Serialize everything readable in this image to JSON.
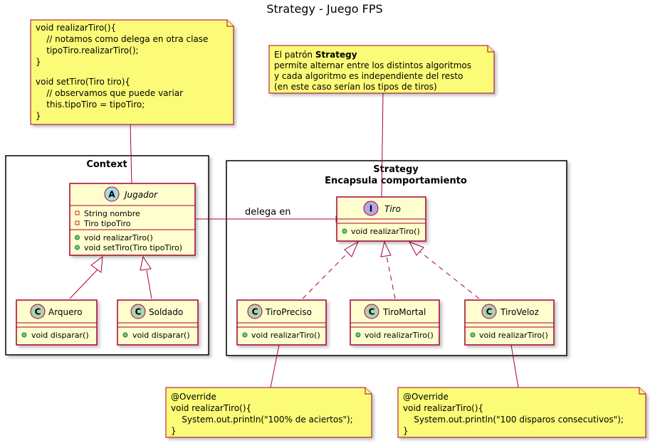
{
  "title": "Strategy - Juego FPS",
  "packages": {
    "context": {
      "label": "Context"
    },
    "strategy": {
      "label_line1": "Strategy",
      "label_line2": "Encapsula comportamiento"
    }
  },
  "classes": {
    "jugador": {
      "stereotype_letter": "A",
      "name": "Jugador",
      "fields": [
        "String nombre",
        "Tiro tipoTiro"
      ],
      "methods": [
        "void realizarTiro()",
        "void setTiro(Tiro tipoTiro)"
      ]
    },
    "arquero": {
      "stereotype_letter": "C",
      "name": "Arquero",
      "methods": [
        "void disparar()"
      ]
    },
    "soldado": {
      "stereotype_letter": "C",
      "name": "Soldado",
      "methods": [
        "void disparar()"
      ]
    },
    "tiro": {
      "stereotype_letter": "I",
      "name": "Tiro",
      "methods": [
        "void realizarTiro()"
      ]
    },
    "tiro_preciso": {
      "stereotype_letter": "C",
      "name": "TiroPreciso",
      "methods": [
        "void realizarTiro()"
      ]
    },
    "tiro_mortal": {
      "stereotype_letter": "C",
      "name": "TiroMortal",
      "methods": [
        "void realizarTiro()"
      ]
    },
    "tiro_veloz": {
      "stereotype_letter": "C",
      "name": "TiroVeloz",
      "methods": [
        "void realizarTiro()"
      ]
    }
  },
  "relations": {
    "delegation_label": "delega en"
  },
  "notes": {
    "jugador_note": [
      "void realizarTiro(){",
      "    // notamos como delega en otra clase",
      "    tipoTiro.realizarTiro();",
      "}",
      "",
      "void setTiro(Tiro tiro){",
      "    // observamos que puede variar",
      "    this.tipoTiro = tipoTiro;",
      "}"
    ],
    "strategy_note": {
      "line1_prefix": "El patrón ",
      "line1_bold": "Strategy",
      "lines": [
        "permite alternar entre los distintos algoritmos",
        "y cada algoritmo es independiente del resto",
        "(en este caso serían los tipos de tiros)"
      ]
    },
    "preciso_note": [
      "@Override",
      "void realizarTiro(){",
      "    System.out.println(\"100% de aciertos\");",
      "}"
    ],
    "veloz_note": [
      "@Override",
      "void realizarTiro(){",
      "    System.out.println(\"100 disparos consecutivos\");",
      "}"
    ]
  },
  "colors": {
    "class_fill": "#FEFECE",
    "class_border": "#A80036",
    "note_fill": "#FBFB77",
    "note_border": "#A80036",
    "abstract_badge": "#A9DCDF",
    "class_badge": "#ADD1B2",
    "interface_badge": "#B4A7E5",
    "package_border": "#000000"
  }
}
